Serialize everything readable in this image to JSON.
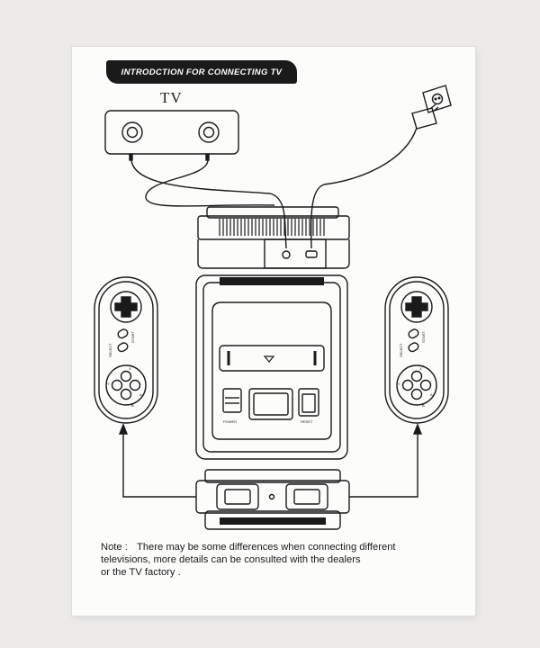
{
  "banner": {
    "title": "INTRODCTION FOR CONNECTING TV"
  },
  "tv": {
    "label": "TV"
  },
  "console": {
    "labels": {
      "power": "POWER",
      "reset": "RESET"
    }
  },
  "controller": {
    "labels": {
      "select": "SELECT",
      "start": "START",
      "x": "X",
      "y": "Y",
      "a": "A",
      "b": "B"
    }
  },
  "note": {
    "label": "Note :",
    "line1": "There may be some differences when connecting different",
    "line2": "televisions, more details can be consulted with the dealers",
    "line3": "or the TV factory ."
  }
}
